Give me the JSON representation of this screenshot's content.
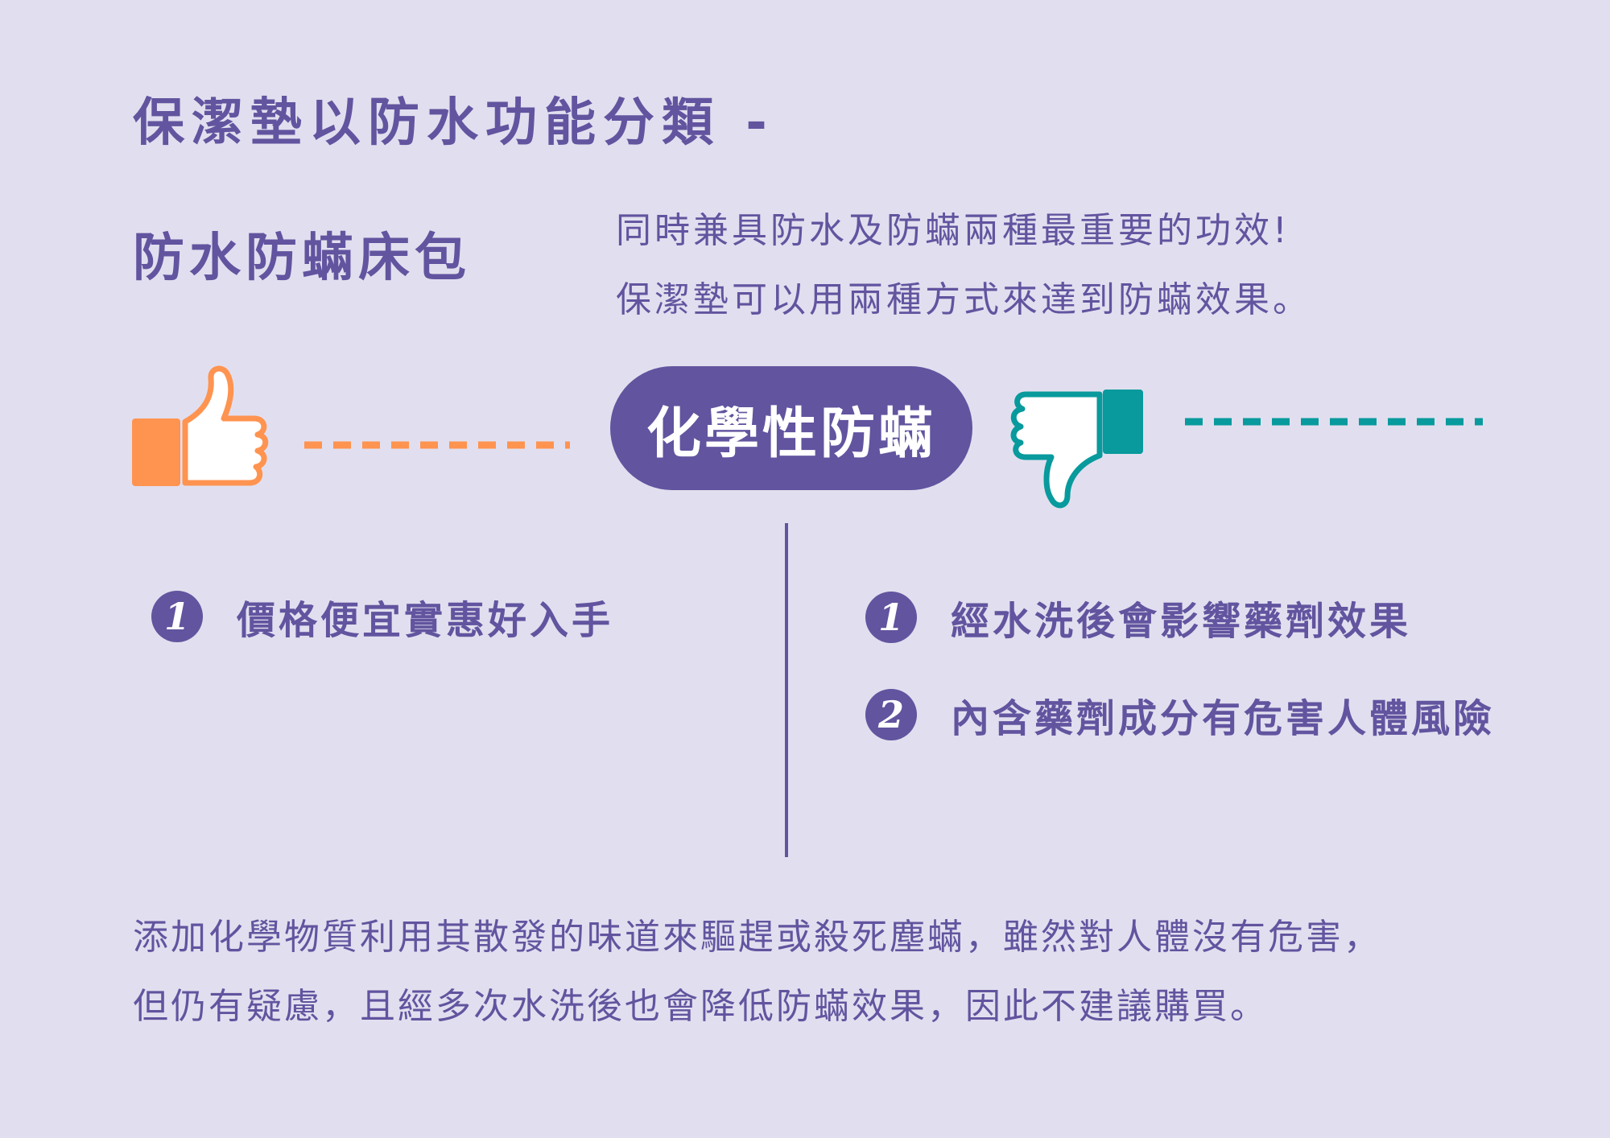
{
  "title": "保潔墊以防水功能分類 -",
  "subtitle": "防水防蟎床包",
  "intro": {
    "line1": "同時兼具防水及防蟎兩種最重要的功效!",
    "line2": "保潔墊可以用兩種方式來達到防蟎效果。"
  },
  "pill_label": "化學性防蟎",
  "pros": {
    "icon": "thumbs-up-icon",
    "color": "#ff9350",
    "items": [
      {
        "number": "1",
        "label": "價格便宜實惠好入手"
      }
    ]
  },
  "cons": {
    "icon": "thumbs-down-icon",
    "color": "#089a9d",
    "items": [
      {
        "number": "1",
        "label": "經水洗後會影響藥劑效果"
      },
      {
        "number": "2",
        "label": "內含藥劑成分有危害人體風險"
      }
    ]
  },
  "footer": {
    "line1": "添加化學物質利用其散發的味道來驅趕或殺死塵蟎，雖然對人體沒有危害，",
    "line2": "但仍有疑慮，且經多次水洗後也會降低防蟎效果，因此不建議購買。"
  },
  "colors": {
    "background": "#e1dfef",
    "primary": "#62549f",
    "orange": "#ff9350",
    "teal": "#089a9d"
  }
}
